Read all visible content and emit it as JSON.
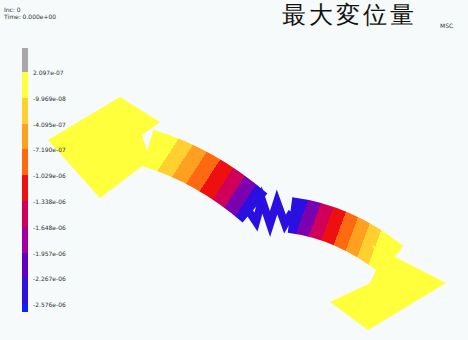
{
  "diagram": {
    "labels": [
      "Inc: 0",
      "Time: 0.000e+00",
      "最大変位量",
      "MSC"
    ],
    "legend": [
      {
        "text": "2.097e-07",
        "color": "#ffff3c"
      },
      {
        "text": "-9.969e-08",
        "color": "#ffd030"
      },
      {
        "text": "-4.095e-07",
        "color": "#ffa020"
      },
      {
        "text": "-7.190e-07",
        "color": "#ff6a10"
      },
      {
        "text": "-1.029e-06",
        "color": "#ee1010"
      },
      {
        "text": "-1.338e-06",
        "color": "#d0005a"
      },
      {
        "text": "-1.648e-06",
        "color": "#a000a0"
      },
      {
        "text": "-1.957e-06",
        "color": "#6000c0"
      },
      {
        "text": "-2.267e-06",
        "color": "#3010e0"
      },
      {
        "text": "-2.576e-06",
        "color": "#1020ff"
      }
    ]
  }
}
